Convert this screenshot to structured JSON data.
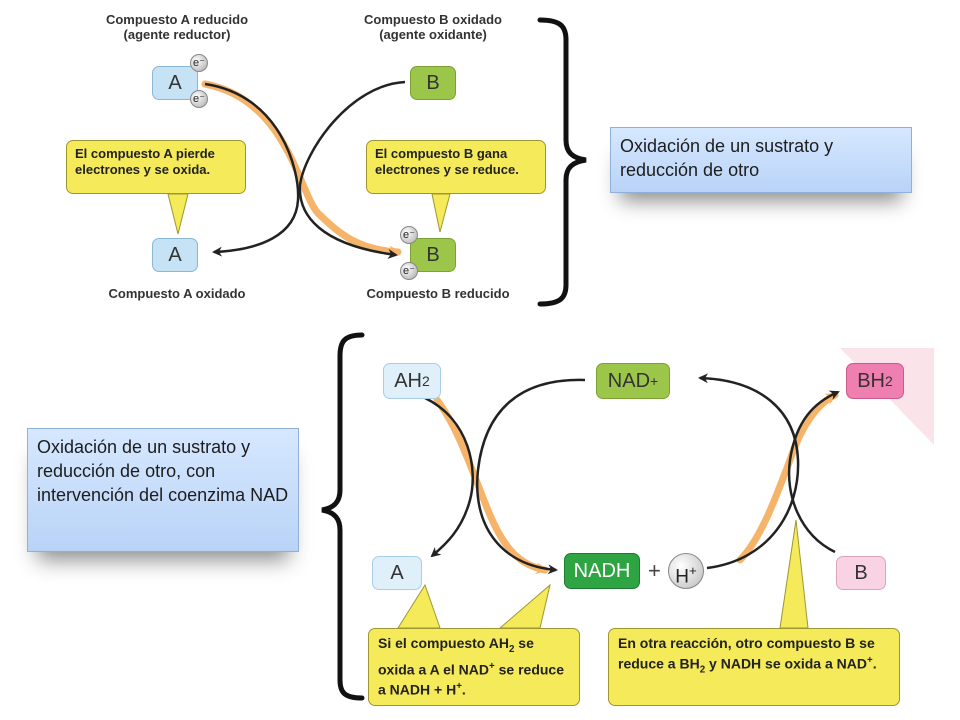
{
  "top": {
    "compA_reduced": {
      "line1_pre": "Compuesto ",
      "line1_bold": "A",
      "line1_post": " reducido",
      "line2": "(agente reductor)"
    },
    "compB_oxidized": {
      "line1_pre": "Compuesto ",
      "line1_bold": "B",
      "line1_post": " oxidado",
      "line2": "(agente oxidante)"
    },
    "compA_oxidized": {
      "pre": "Compuesto ",
      "bold": "A",
      "post": " oxidado"
    },
    "compB_reduced": {
      "pre": "Compuesto ",
      "bold": "B",
      "post": " reducido"
    },
    "box_a_top": "A",
    "box_b_top": "B",
    "box_a_bottom": "A",
    "box_b_bottom": "B",
    "electron": "e⁻",
    "bubble_a": {
      "pre": "El compuesto ",
      "bold": "A",
      "post": " pierde electrones y se oxida."
    },
    "bubble_b": {
      "pre": "El compuesto ",
      "bold": "B",
      "post": " gana electrones y se reduce."
    },
    "note": "Oxidación de un sustrato y reducción de otro"
  },
  "bottom": {
    "ah2": {
      "base": "AH",
      "sub": "2"
    },
    "nad_plus": {
      "base": "NAD",
      "sup": "+"
    },
    "bh2": {
      "base": "BH",
      "sub": "2"
    },
    "a": "A",
    "nadh": "NADH",
    "plus": "+",
    "hplus": {
      "base": "H",
      "sup": "+"
    },
    "b": "B",
    "bubble_left": {
      "p1": "Si el compuesto AH",
      "s1": "2",
      "p2": " se oxida a A el NAD",
      "s2": "+",
      "p3": " se reduce a NADH + H",
      "s3": "+",
      "p4": "."
    },
    "bubble_right": {
      "p1": "En otra reacción, otro compuesto B se reduce a BH",
      "s1": "2",
      "p2": " y NADH se oxida a NAD",
      "s2": "+",
      "p3": "."
    },
    "note": "Oxidación de un sustrato y reducción de otro,  con intervención del coenzima NAD"
  },
  "colors": {
    "orange_arrow": "#f5b469",
    "black_arrow": "#222222",
    "bubble": "#f5ea5a",
    "note_blue": "#c5dbfa"
  }
}
